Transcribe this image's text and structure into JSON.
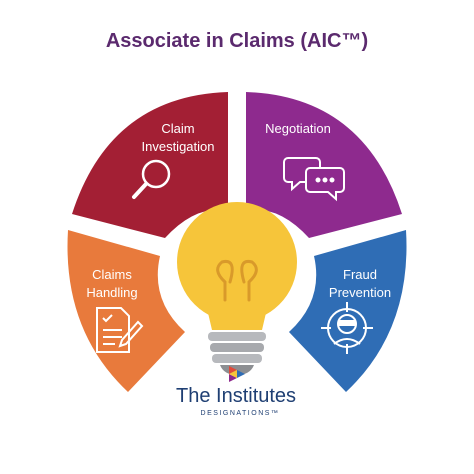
{
  "title": "Associate in Claims (AIC™)",
  "colors": {
    "title": "#5b2a6e",
    "claim_investigation": "#a31f34",
    "negotiation": "#8e2a8e",
    "claims_handling": "#e87a3c",
    "fraud_prevention": "#2f6db5",
    "bulb": "#f6c53a",
    "bulb_base": "#b7b9bd",
    "logo_text": "#1f3f73"
  },
  "segments": [
    {
      "lines": [
        "Claim",
        "Investigation"
      ],
      "icon": "magnifying-glass-icon"
    },
    {
      "lines": [
        "Negotiation"
      ],
      "icon": "speech-bubbles-icon"
    },
    {
      "lines": [
        "Claims",
        "Handling"
      ],
      "icon": "document-pen-icon"
    },
    {
      "lines": [
        "Fraud",
        "Prevention"
      ],
      "icon": "masked-thief-target-icon"
    }
  ],
  "center_icon": "light-bulb-icon",
  "logo": {
    "name": "The Institutes",
    "subtitle": "DESIGNATIONS™",
    "icon": "institutes-logo-mark-icon"
  }
}
